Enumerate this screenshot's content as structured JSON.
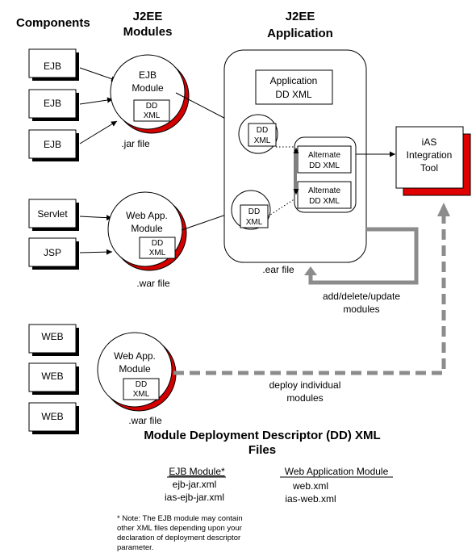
{
  "headers": {
    "components": "Components",
    "modules_line1": "J2EE",
    "modules_line2": "Modules",
    "application_line1": "J2EE",
    "application_line2": "Application"
  },
  "components": {
    "ejb": "EJB",
    "servlet": "Servlet",
    "jsp": "JSP",
    "web": "WEB"
  },
  "modules": {
    "ejb_module_line1": "EJB",
    "ejb_module_line2": "Module",
    "web_app_line1": "Web App.",
    "web_app_line2": "Module",
    "dd_line1": "DD",
    "dd_line2": "XML",
    "jar_file": ".jar file",
    "war_file": ".war file"
  },
  "application": {
    "app_dd_line1": "Application",
    "app_dd_line2": "DD XML",
    "alternate_line1": "Alternate",
    "alternate_line2": "DD XML",
    "ear_file": ".ear file"
  },
  "tool": {
    "line1": "iAS",
    "line2": "Integration",
    "line3": "Tool"
  },
  "flows": {
    "update_line1": "add/delete/update",
    "update_line2": "modules",
    "deploy_line1": "deploy individual",
    "deploy_line2": "modules"
  },
  "legend": {
    "title_line1": "Module Deployment Descriptor (DD) XML",
    "title_line2": "Files",
    "ejb_module_heading": "EJB Module*",
    "ejb_files": [
      "ejb-jar.xml",
      "ias-ejb-jar.xml"
    ],
    "web_module_heading": "Web Application Module",
    "web_files": [
      "web.xml",
      "ias-web.xml"
    ],
    "note_lines": [
      "* Note: The EJB module may contain",
      "other XML files depending upon your",
      "declaration of deployment descriptor",
      "parameter."
    ]
  },
  "colors": {
    "shadow": "#e00000",
    "flow_arrow": "#8c8c8c",
    "stroke": "#000000"
  }
}
